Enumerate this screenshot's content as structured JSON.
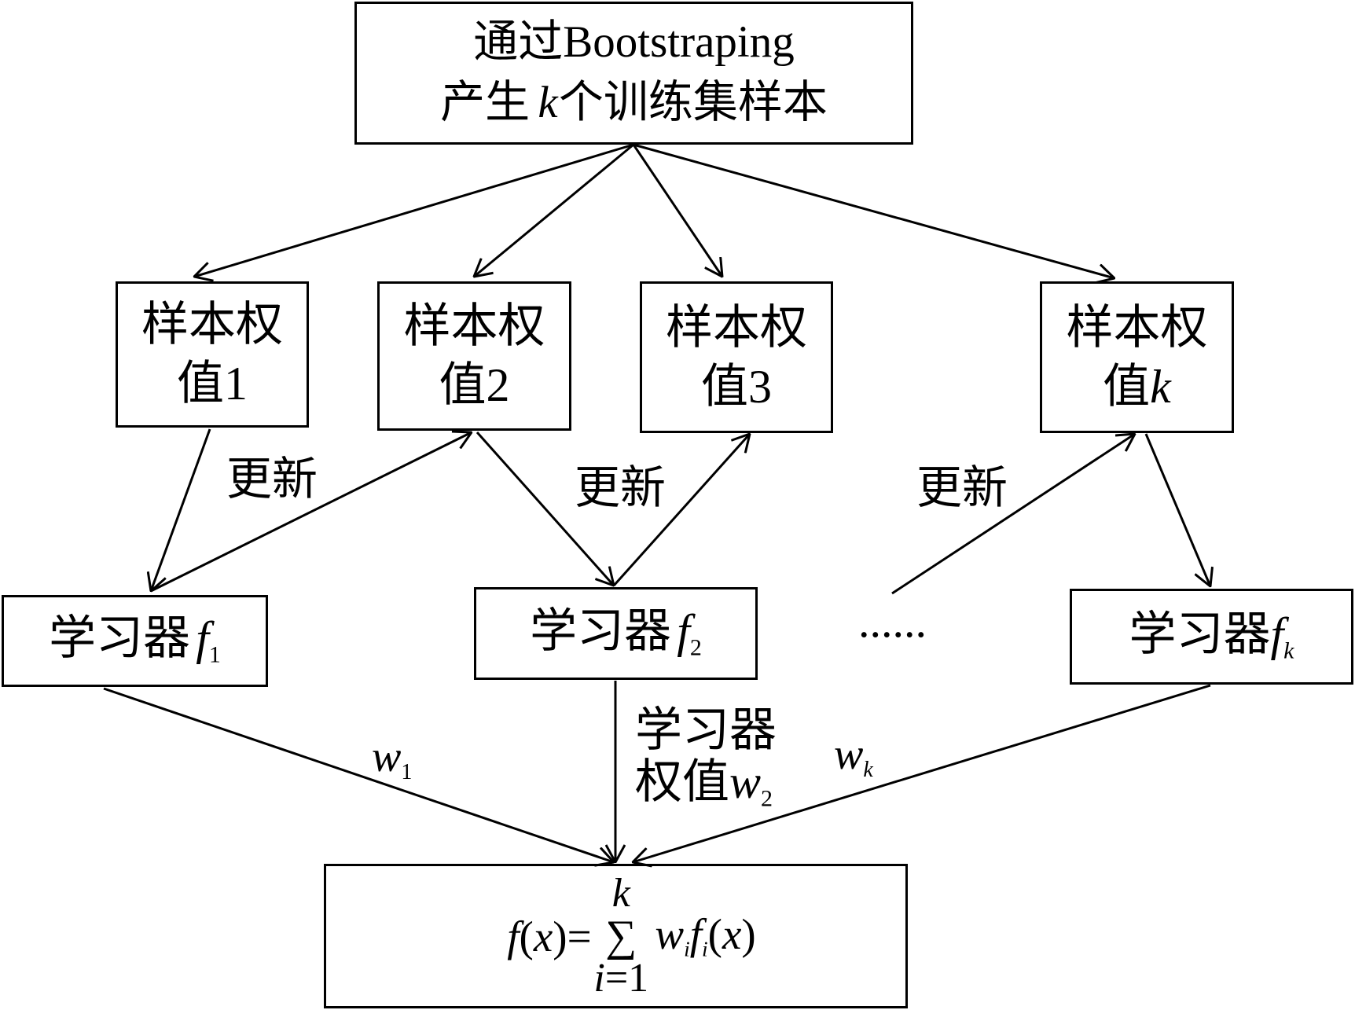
{
  "diagram": {
    "source_box": {
      "line1": "通过Bootstraping",
      "line2_before": "产生",
      "line2_var": "k",
      "line2_after": "个训练集样本"
    },
    "weight_boxes": [
      {
        "line1": "样本权",
        "line2": "值",
        "index": "1"
      },
      {
        "line1": "样本权",
        "line2": "值",
        "index": "2"
      },
      {
        "line1": "样本权",
        "line2": "值",
        "index": "3"
      },
      {
        "line1": "样本权",
        "line2": "值",
        "index": "k"
      }
    ],
    "update_labels": [
      "更新",
      "更新",
      "更新"
    ],
    "learner_boxes": [
      {
        "label": "学习器",
        "func": "f",
        "sub": "1"
      },
      {
        "label": "学习器",
        "func": "f",
        "sub": "2"
      },
      {
        "label": "学习器",
        "func": "f",
        "sub": "k"
      }
    ],
    "ellipsis": "......",
    "weight_labels": {
      "w1": {
        "var": "w",
        "sub": "1"
      },
      "w2": {
        "line1": "学习器",
        "line2": "权值",
        "var": "w",
        "sub": "2"
      },
      "wk": {
        "var": "w",
        "sub": "k"
      }
    },
    "ensemble_box": {
      "lhs_func": "f",
      "lhs_open": "(",
      "lhs_arg": "x",
      "lhs_close": ")=",
      "sum_upper": "k",
      "sum_symbol": "∑",
      "sum_lower_var": "i",
      "sum_lower_rest": "=1",
      "term_weight": "w",
      "term_weight_sub": "i",
      "term_func": "f",
      "term_func_sub": "i",
      "term_open": "(",
      "term_arg": "x",
      "term_close": ")"
    }
  }
}
